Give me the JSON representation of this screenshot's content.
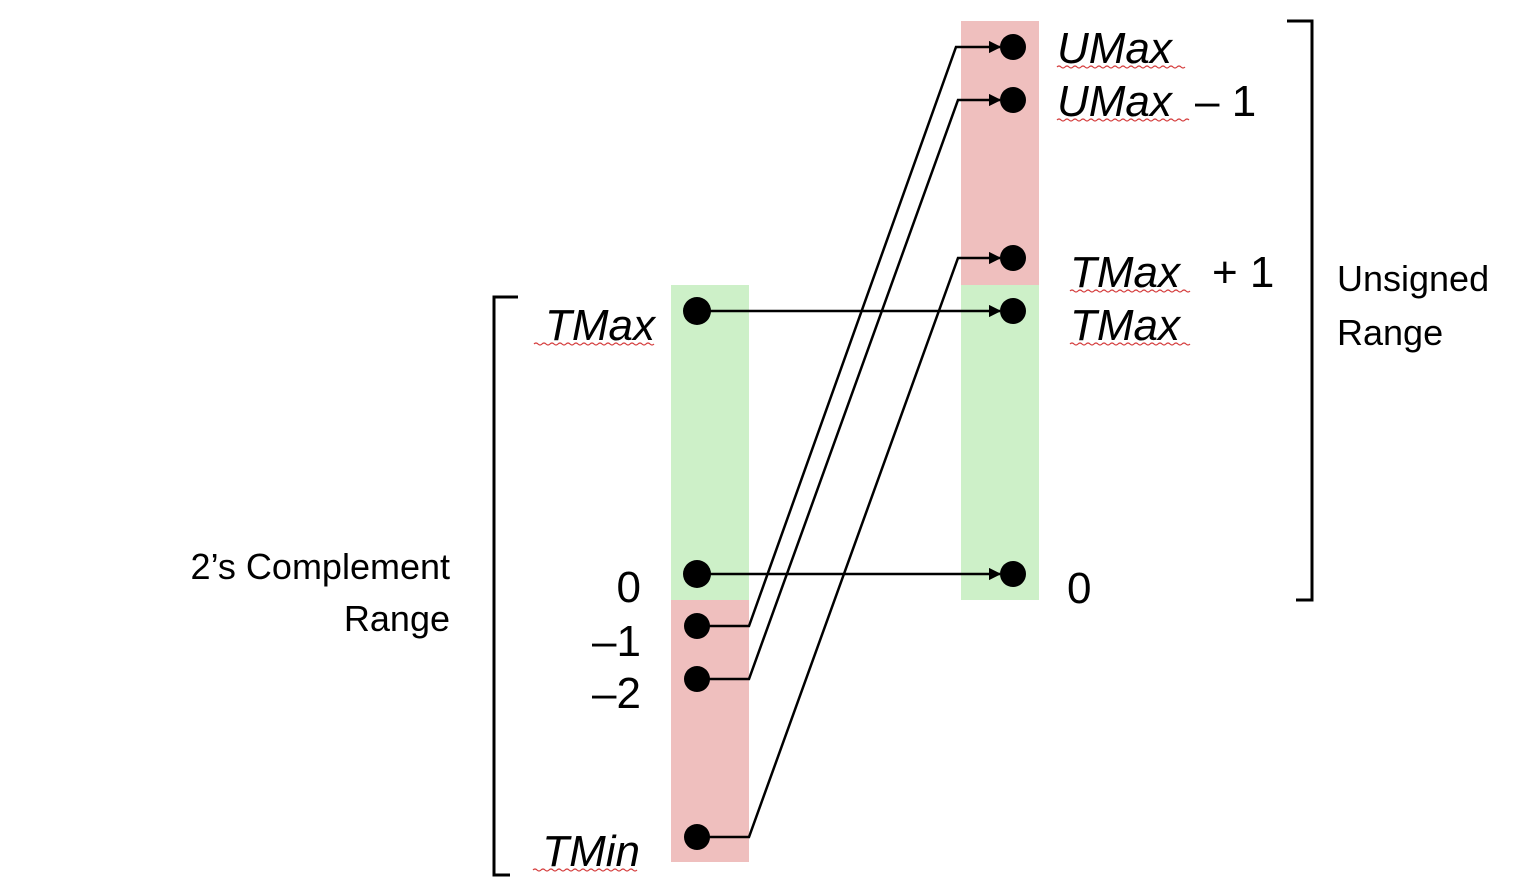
{
  "colors": {
    "negative_band": "#efbfbe",
    "nonnegative_band": "#cdf0c8",
    "line": "#000000",
    "spell_underline": "#d43a3a"
  },
  "twos_complement": {
    "range_label_line1": "2’s Complement",
    "range_label_line2": "Range",
    "values": {
      "tmax": "TMax",
      "zero": "0",
      "neg1": "–1",
      "neg2": "–2",
      "tmin": "TMin"
    }
  },
  "unsigned": {
    "range_label_line1": "Unsigned",
    "range_label_line2": "Range",
    "values": {
      "umax": "UMax",
      "umax_minus_one_name": "UMax",
      "umax_minus_one_suffix": "– 1",
      "tmax_plus_one_name": "TMax",
      "tmax_plus_one_suffix": "+ 1",
      "tmax": "TMax",
      "zero": "0"
    }
  },
  "mappings": [
    {
      "from": "TMax",
      "to": "TMax"
    },
    {
      "from": "0",
      "to": "0"
    },
    {
      "from": "–1",
      "to": "UMax"
    },
    {
      "from": "–2",
      "to": "UMax – 1"
    },
    {
      "from": "TMin",
      "to": "TMax + 1"
    }
  ]
}
